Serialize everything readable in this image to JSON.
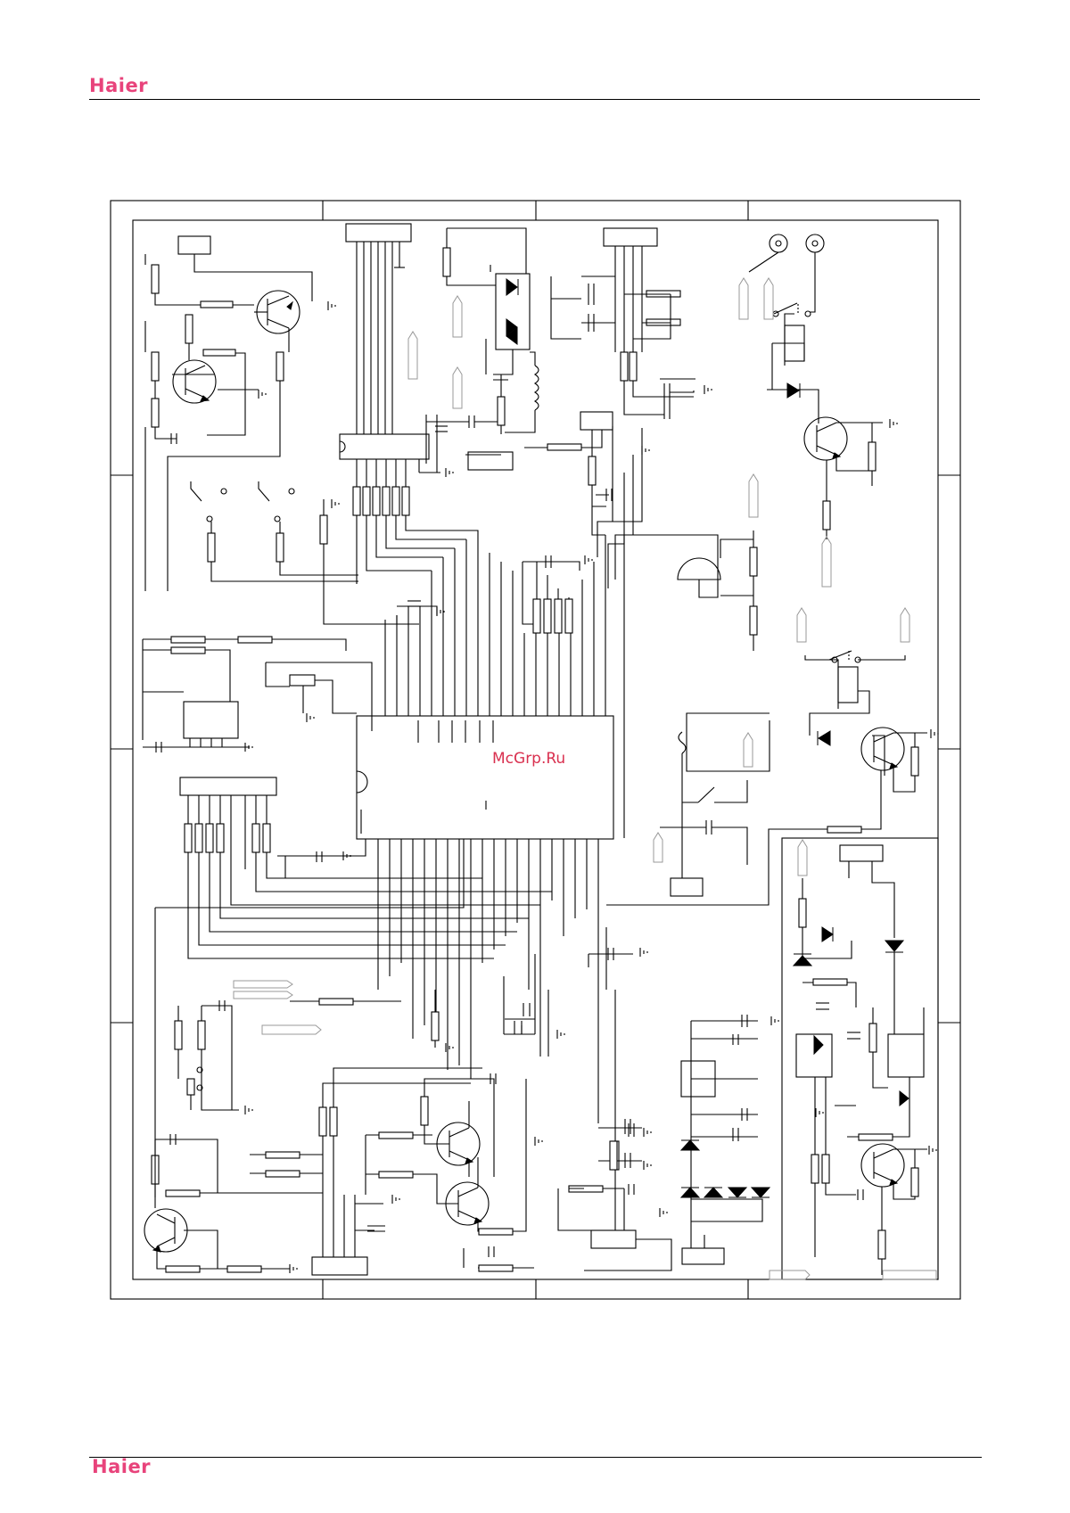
{
  "header": {
    "brand": "Haier"
  },
  "footer": {
    "brand": "Haier"
  },
  "watermark": {
    "text": "McGrp.Ru"
  },
  "colors": {
    "brand": "#e8437b",
    "watermark": "#d9304f",
    "ink": "#000000",
    "tag_outline": "#999999"
  }
}
